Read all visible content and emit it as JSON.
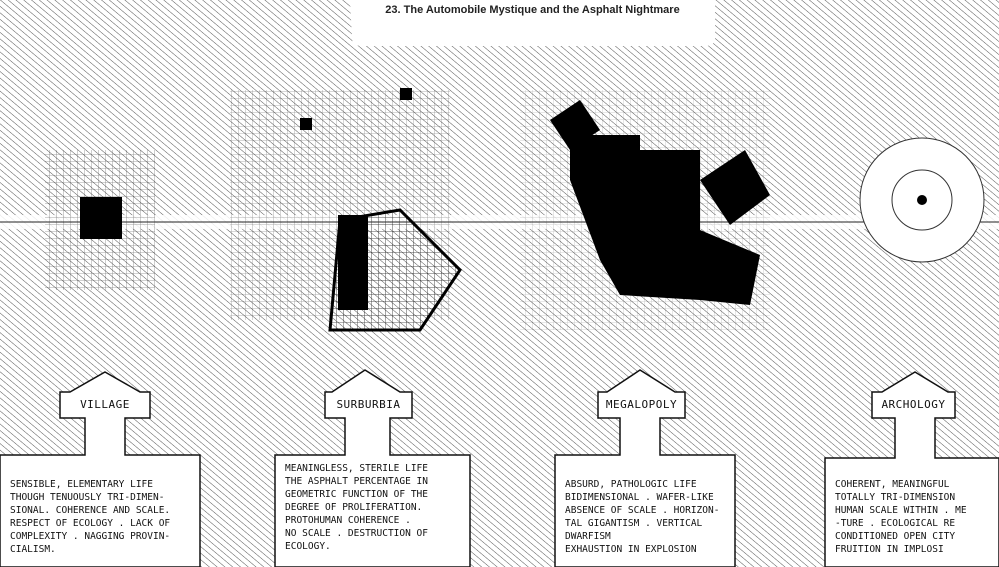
{
  "title": "23. The Automobile Mystique and the Asphalt Nightmare",
  "stages": [
    {
      "label": "VILLAGE",
      "text": "SENSIBLE, ELEMENTARY LIFE\nTHOUGH TENUOUSLY TRI-DIMEN-\nSIONAL. COHERENCE AND SCALE.\nRESPECT OF ECOLOGY . LACK OF\nCOMPLEXITY . NAGGING PROVIN-\nCIALISM."
    },
    {
      "label": "SURBURBIA",
      "text": "MEANINGLESS, STERILE LIFE\nTHE ASPHALT PERCENTAGE IN\nGEOMETRIC FUNCTION OF THE\nDEGREE OF PROLIFERATION.\nPROTOHUMAN COHERENCE .\nNO SCALE . DESTRUCTION OF\nECOLOGY."
    },
    {
      "label": "MEGALOPOLY",
      "text": "ABSURD, PATHOLOGIC LIFE\nBIDIMENSIONAL . WAFER-LIKE\nABSENCE OF SCALE . HORIZON-\nTAL GIGANTISM . VERTICAL\nDWARFISM\nEXHAUSTION IN EXPLOSION"
    },
    {
      "label": "ARCHOLOGY",
      "text": "COHERENT, MEANINGFUL\nTOTALLY TRI-DIMENSION\nHUMAN SCALE WITHIN . ME\n-TURE . ECOLOGICAL RE\nCONDITIONED OPEN CITY\nFRUITION     IN IMPLOSI"
    }
  ]
}
